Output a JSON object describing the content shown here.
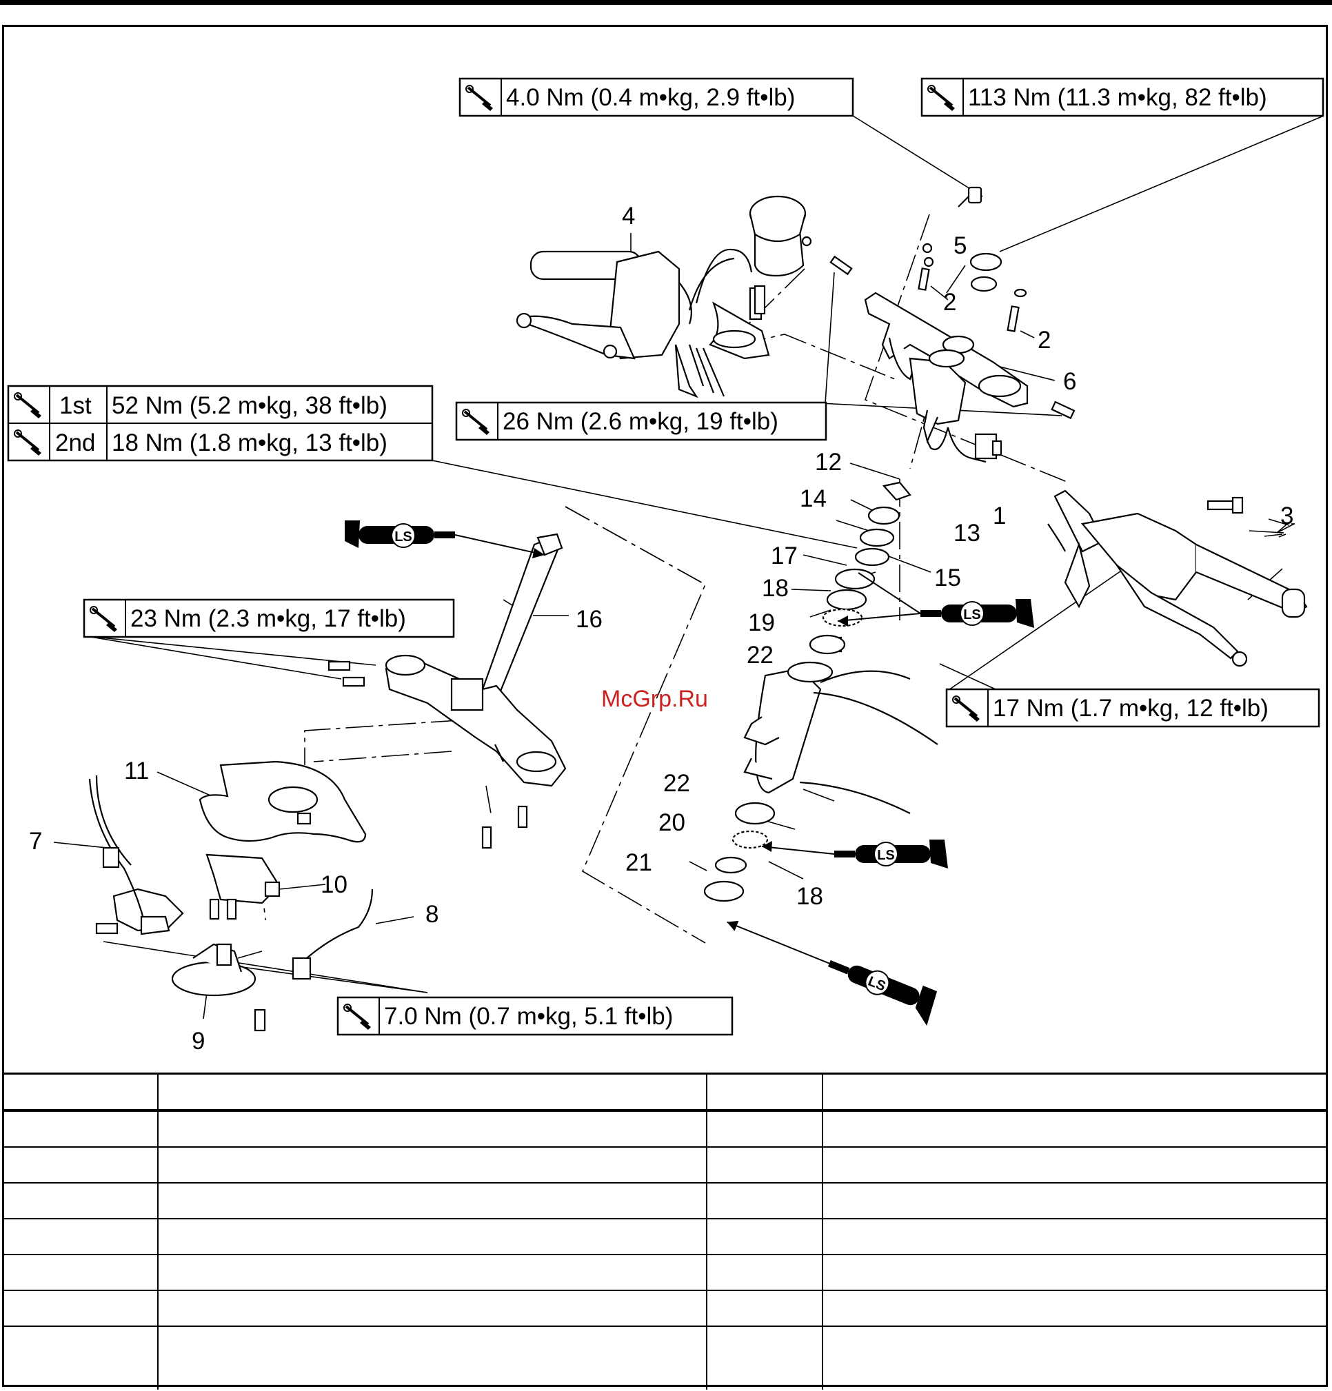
{
  "torque_specs": {
    "t1": {
      "value": "4.0 Nm (0.4 m•kg, 2.9 ft•lb)",
      "icon": "torque-wrench-icon"
    },
    "t2": {
      "value": "113 Nm (11.3 m•kg, 82 ft•lb)",
      "icon": "torque-wrench-icon"
    },
    "t3": {
      "stage1_label": "1st",
      "stage1_value": "52 Nm (5.2 m•kg, 38 ft•lb)",
      "stage2_label": "2nd",
      "stage2_value": "18 Nm (1.8 m•kg, 13 ft•lb)",
      "icon": "torque-wrench-icon"
    },
    "t4": {
      "value": "26 Nm (2.6 m•kg, 19 ft•lb)",
      "icon": "torque-wrench-icon"
    },
    "t5": {
      "value": "23 Nm (2.3 m•kg, 17 ft•lb)",
      "icon": "torque-wrench-icon"
    },
    "t6": {
      "value": "17 Nm (1.7 m•kg, 12 ft•lb)",
      "icon": "torque-wrench-icon"
    },
    "t7": {
      "value": "7.0 Nm (0.7 m•kg, 5.1 ft•lb)",
      "icon": "torque-wrench-icon"
    }
  },
  "lubricant_mark": {
    "label": "LS",
    "icon": "grease-gun-icon"
  },
  "watermark": "McGrp.Ru",
  "callouts": [
    "1",
    "2",
    "2",
    "3",
    "4",
    "5",
    "6",
    "7",
    "8",
    "9",
    "10",
    "11",
    "12",
    "13",
    "14",
    "15",
    "16",
    "17",
    "18",
    "18",
    "19",
    "20",
    "21",
    "22",
    "22"
  ],
  "table": {
    "rows": 7,
    "columns": 4
  },
  "colors": {
    "ink": "#000000",
    "paper": "#ffffff",
    "watermark": "#cc2222"
  }
}
